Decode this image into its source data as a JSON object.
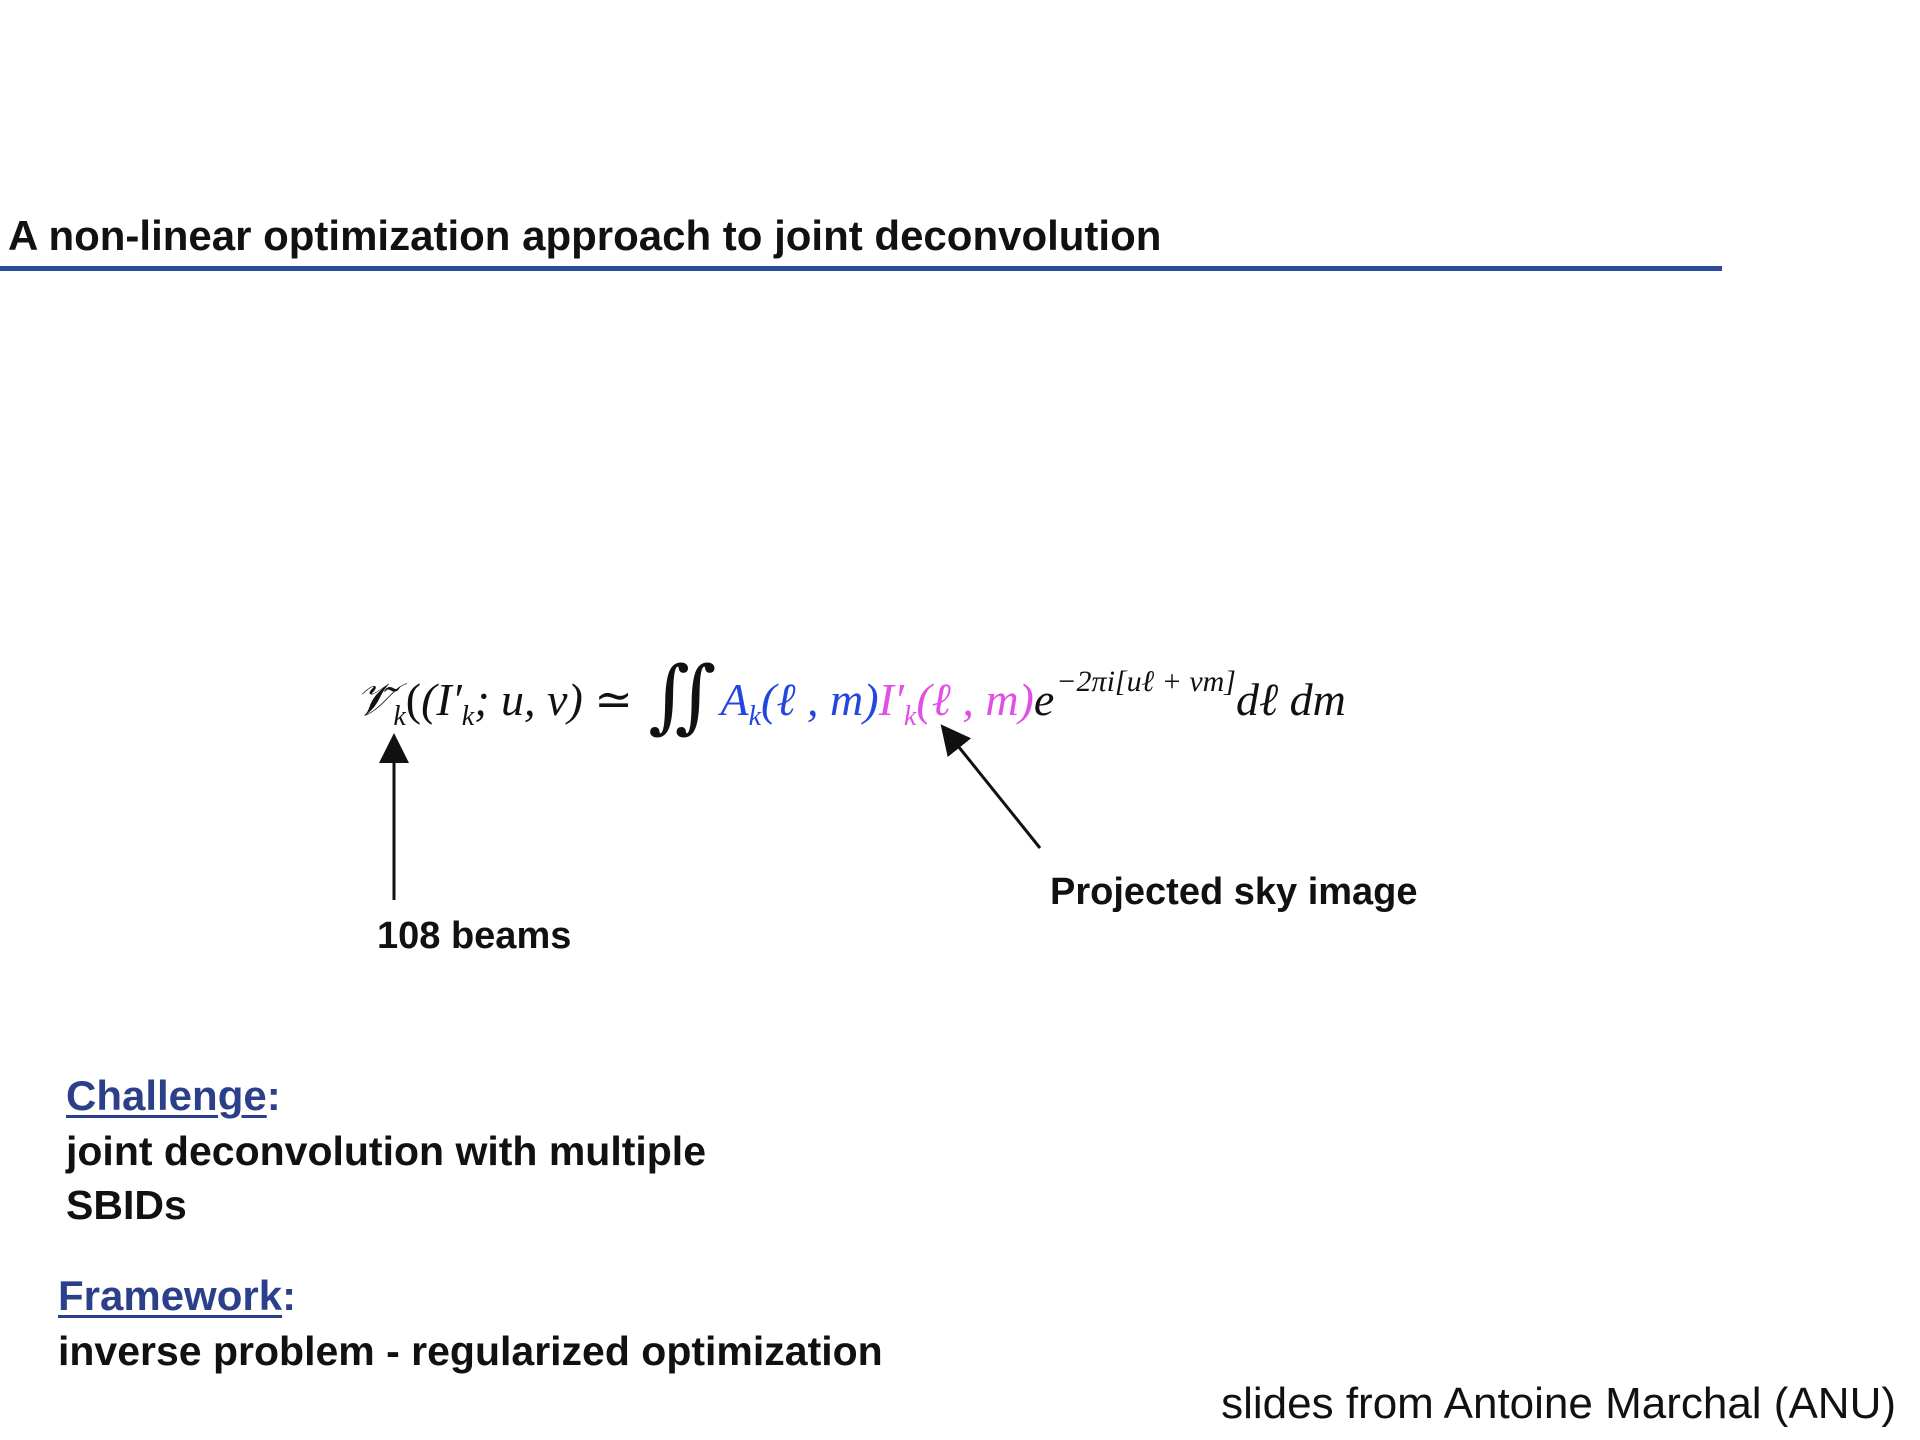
{
  "slide": {
    "title": "A non-linear optimization approach to joint deconvolution",
    "accent_color": "#2b4b9b",
    "equation": {
      "lhs_symbol": "𝒱̃",
      "lhs_sub": "k",
      "lhs_args_open": "(I′",
      "lhs_args_sub": "k",
      "lhs_args_rest": "; u, v)",
      "relation": "≃",
      "integral": "∬",
      "beam_term": "A",
      "beam_sub": "k",
      "beam_args": "(ℓ , m)",
      "sky_term": "I′",
      "sky_sub": "k",
      "sky_args": "(ℓ , m)",
      "exp_base": "e",
      "exp_power": "−2πi[uℓ + vm]",
      "differentials": "dℓ dm",
      "beam_color": "#2446e0",
      "sky_color": "#e14fe6"
    },
    "annotations": {
      "beams_label": "108 beams",
      "sky_label": "Projected sky image"
    },
    "challenge": {
      "heading": "Challenge",
      "colon": ":",
      "lines": [
        "joint deconvolution with multiple",
        "SBIDs"
      ]
    },
    "framework": {
      "heading": "Framework",
      "colon": ":",
      "line": "inverse problem - regularized optimization"
    },
    "credit": "slides from Antoine Marchal (ANU)"
  }
}
